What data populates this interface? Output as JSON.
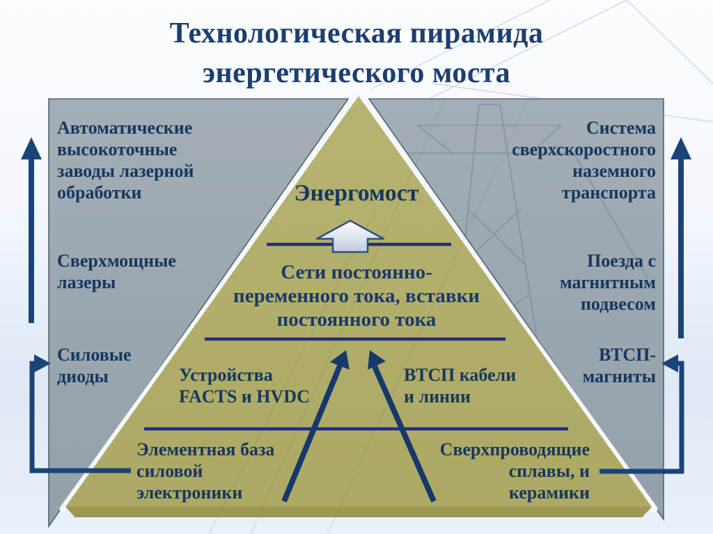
{
  "slide": {
    "title": "Технологическая пирамида\nэнергетического моста"
  },
  "left_column": {
    "top": "Автоматические\nвысокоточные\nзаводы лазерной\nобработки",
    "middle": "Сверхмощные\nлазеры",
    "bottom": "Силовые\nдиоды"
  },
  "right_column": {
    "top": "Система\nсверхскоростного\nназемного\nтранспорта",
    "middle": "Поезда с\nмагнитным\nподвесом",
    "bottom": "ВТСП-\nмагниты"
  },
  "pyramid": {
    "apex_label": "Энергомост",
    "level2": "Сети постоянно-\nпеременного тока, вставки\nпостоянного тока",
    "level3_left": "Устройства\nFACTS и HVDC",
    "level3_right": "ВТСП кабели\nи линии",
    "level4_left": "Элементная база\nсиловой\nэлектроники",
    "level4_right": "Сверхпроводящие\nсплавы, и\nкерамики"
  },
  "icons": {
    "up_block_arrow": "up-block-arrow",
    "left_flow_arrow": "up-arrow",
    "right_flow_arrow": "up-arrow",
    "left_feed_arrow": "elbow-arrow-right",
    "right_feed_arrow": "elbow-arrow-left",
    "inner_left_arrow": "diagonal-up-arrow",
    "inner_right_arrow": "diagonal-up-arrow",
    "background_art": "power-transmission-tower"
  },
  "colors": {
    "title_text": "#1d3e6e",
    "body_text": "#17375e",
    "panel_gray": "#97a6b0",
    "pyramid_olive": "#b2ae6a",
    "pyramid_bevel": "#9d9852",
    "divider_blue": "#222c80",
    "arrow_navy": "#1a4479",
    "block_arrow_fill": "#dde5ef",
    "background": "#e9f1fa"
  }
}
